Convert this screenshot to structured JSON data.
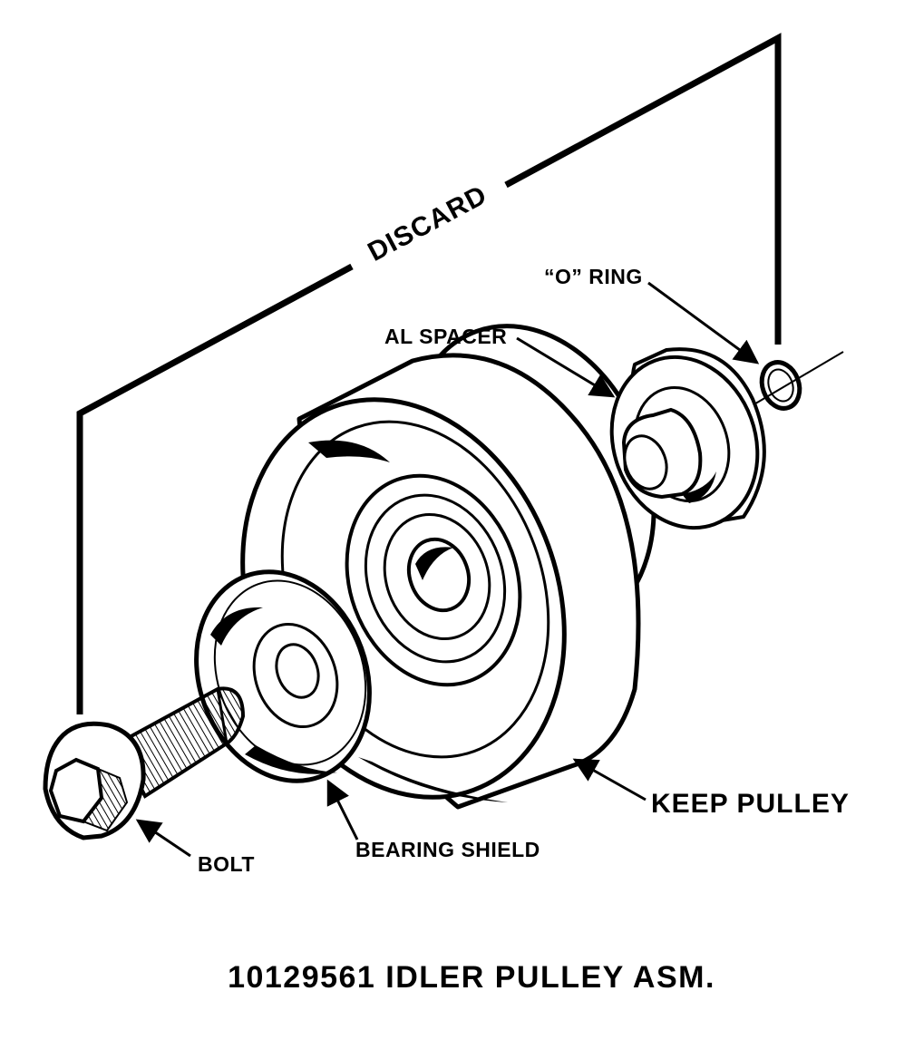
{
  "labels": {
    "discard": "DISCARD",
    "o_ring": "“O” RING",
    "al_spacer": "AL SPACER",
    "keep_pulley": "KEEP PULLEY",
    "bearing_shield": "BEARING SHIELD",
    "bolt": "BOLT"
  },
  "caption": "10129561 IDLER PULLEY ASM.",
  "colors": {
    "ink": "#000000",
    "paper": "#ffffff"
  }
}
